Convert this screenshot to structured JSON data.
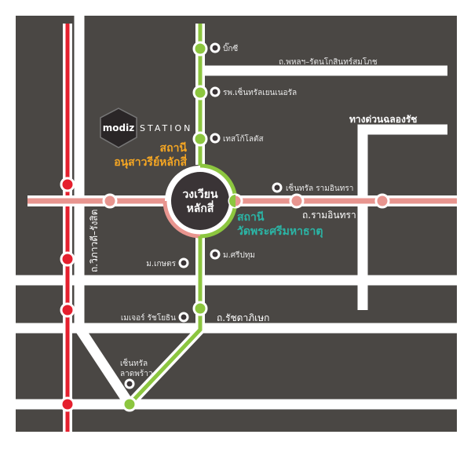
{
  "logo": {
    "brand": "modiz",
    "word": "STATION"
  },
  "stations": {
    "anusawari": [
      "สถานี",
      "อนุสาวรีย์หลักสี่"
    ],
    "wat_phra_sri": [
      "สถานี",
      "วัดพระศรีมหาธาตุ"
    ],
    "circle": [
      "วงเวียน",
      "หลักสี่"
    ]
  },
  "landmarks": {
    "big_c": "บิ๊กซี",
    "hospital": "รพ.เซ็นทรัลเยนเนอรัล",
    "tesco": "เทสโก้โลตัส",
    "central_ramindra": "เซ็นทรัล รามอินทรา",
    "kasetsart": "ม.เกษตร",
    "sripatum": "ม.ศรีปทุม",
    "major": "เมเจอร์ รัชโยธิน",
    "central_ladprao": [
      "เซ็นทรัล",
      "ลาดพร้าว"
    ]
  },
  "roads": {
    "phahon": "ถ.พหลฯ–รัตนโกสินทร์สมโภช",
    "expressway": "ทางด่วนฉลองรัช",
    "ramindra": "ถ.รามอินทรา",
    "vibhavadi": "ถ.วิภาวดี–รังสิต",
    "ratchada": "ถ.รัชดาภิเษก"
  },
  "colors": {
    "bg": "#4a4744",
    "green": "#8cc63f",
    "red": "#e5202e",
    "pink": "#e8958f",
    "orange": "#f5a623",
    "teal": "#2bb5a6",
    "dark": "#3a3436"
  }
}
